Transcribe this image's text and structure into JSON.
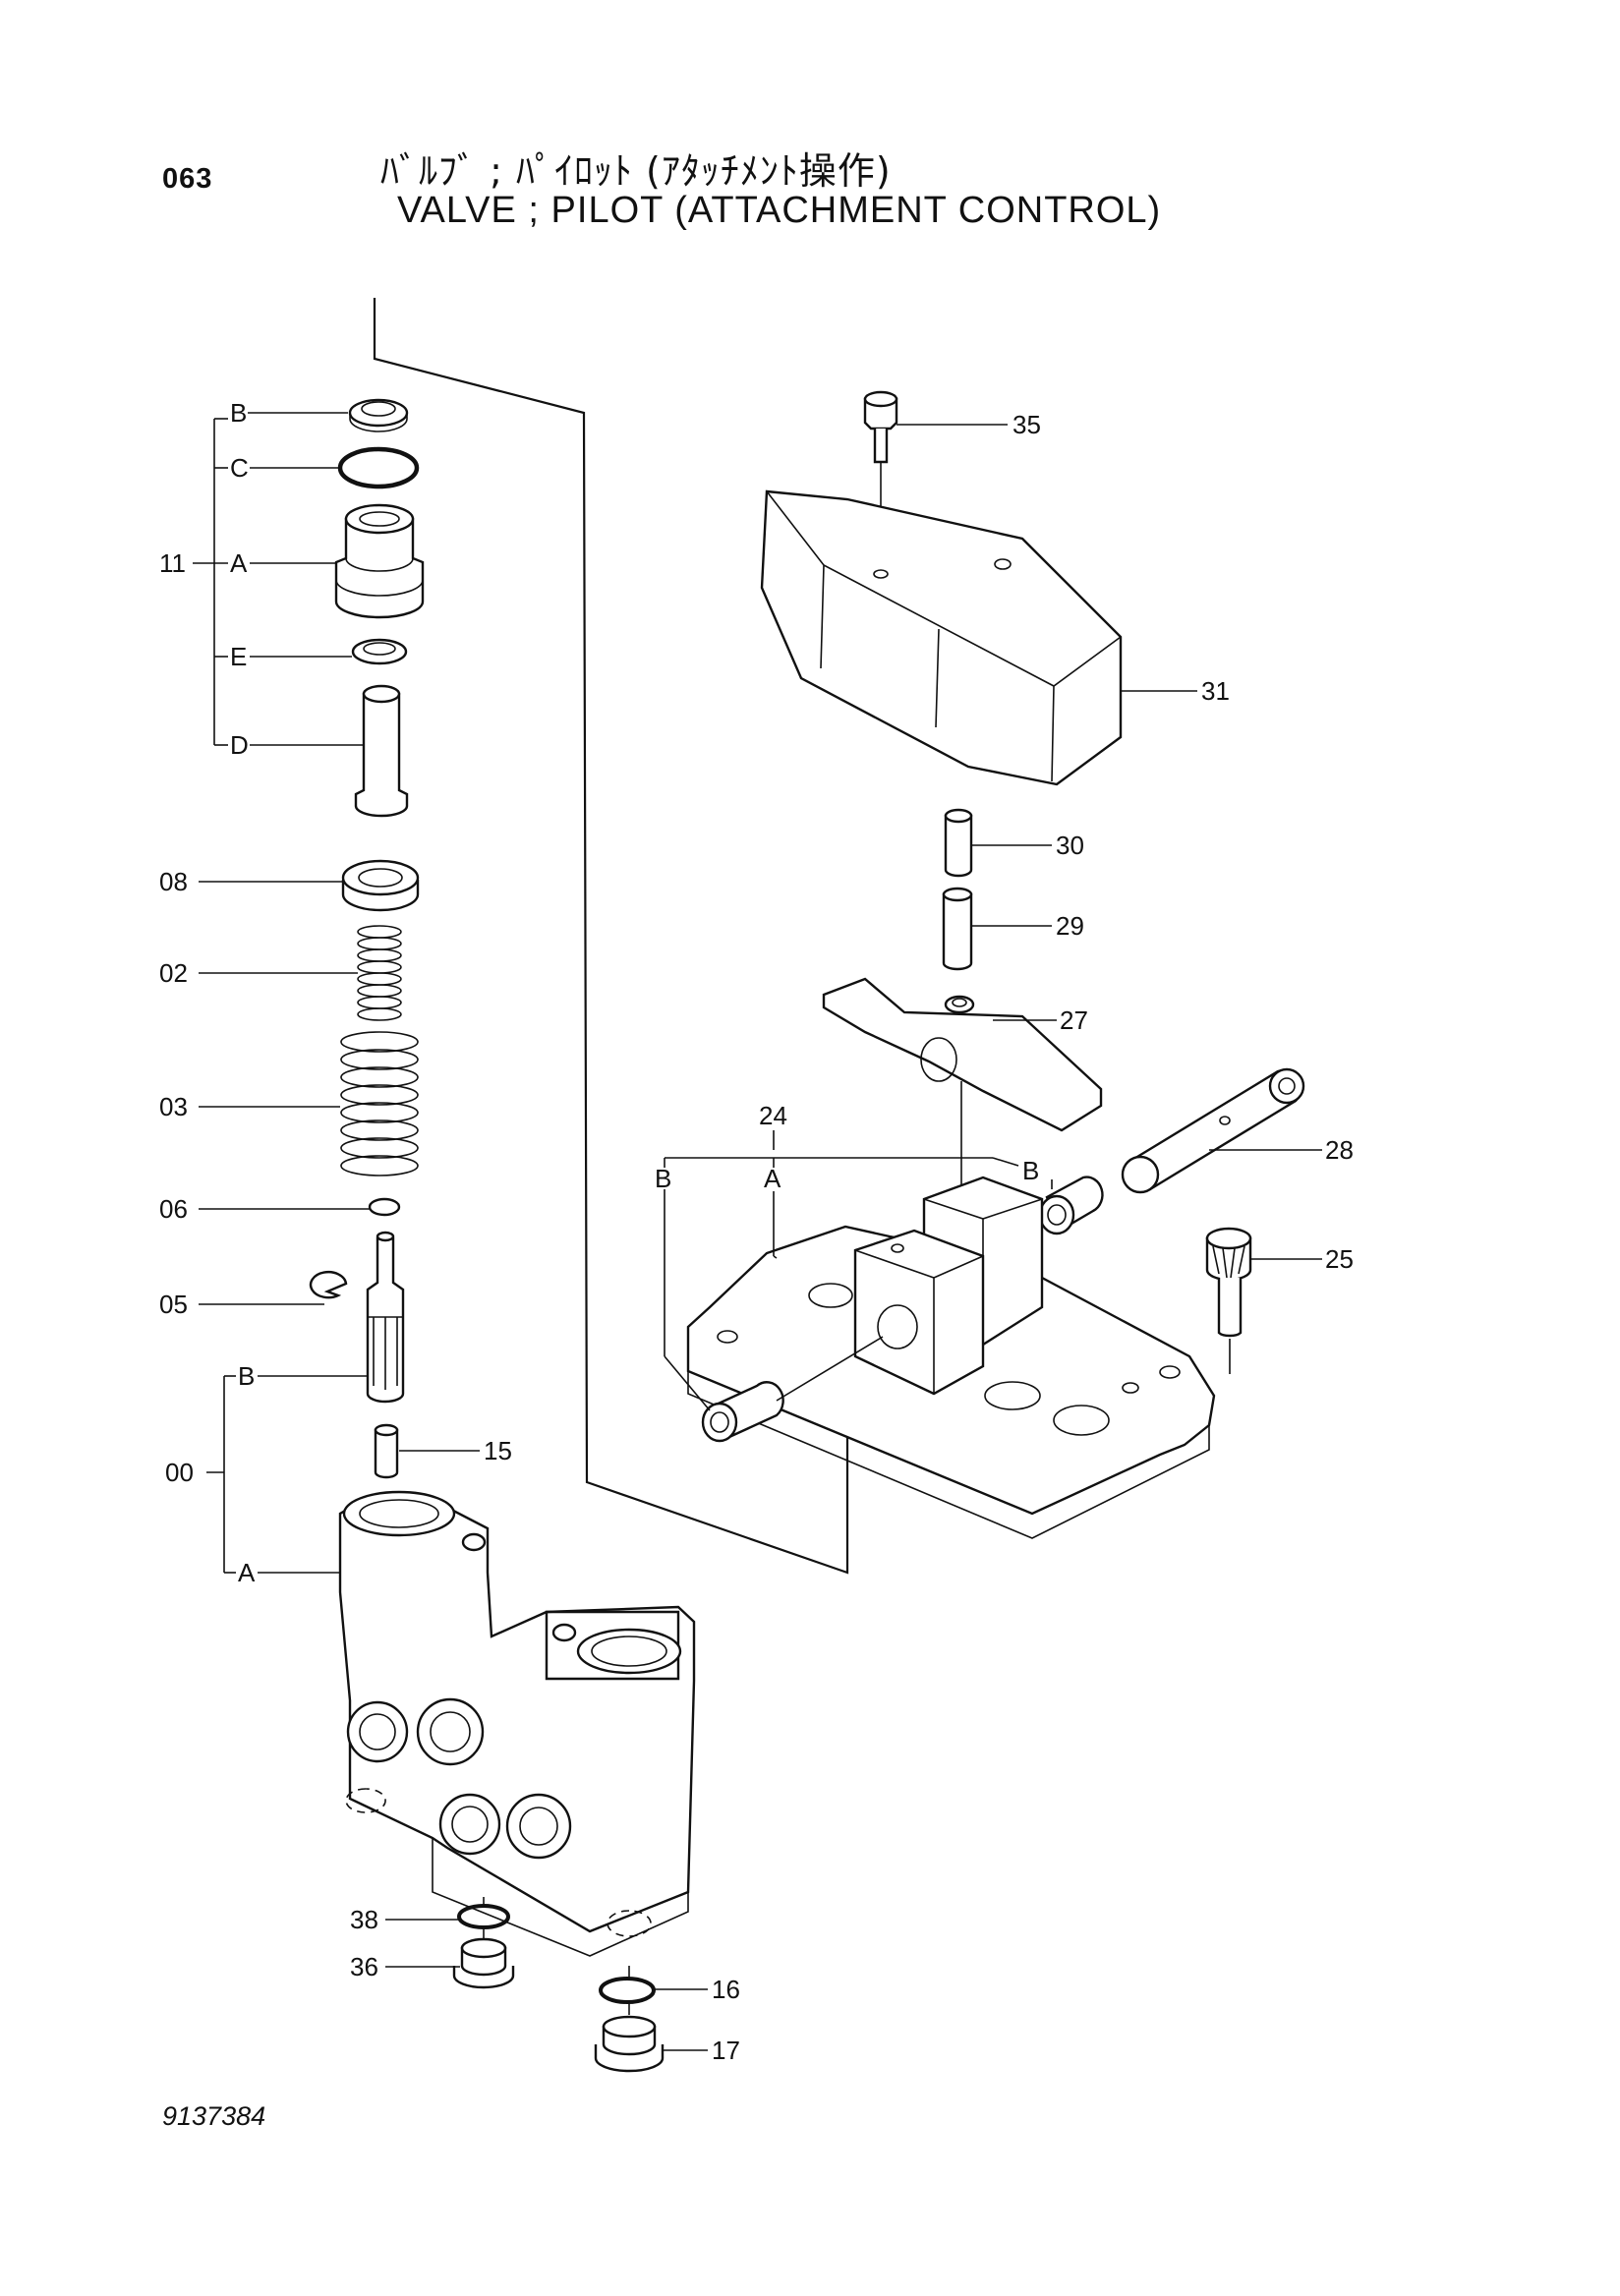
{
  "header": {
    "page_number": "063",
    "title_jp": "ﾊﾞﾙﾌﾞ ; ﾊﾟｲﾛｯﾄ (ｱﾀｯﾁﾒﾝﾄ操作)",
    "title_en": "VALVE ; PILOT (ATTACHMENT CONTROL)"
  },
  "callouts": {
    "c11": "11",
    "c11A": "A",
    "c11B": "B",
    "c11C": "C",
    "c11D": "D",
    "c11E": "E",
    "c08": "08",
    "c02": "02",
    "c03": "03",
    "c06": "06",
    "c05": "05",
    "c00": "00",
    "c00A": "A",
    "c00B": "B",
    "c15": "15",
    "c38": "38",
    "c36": "36",
    "c16": "16",
    "c17": "17",
    "c35": "35",
    "c31": "31",
    "c30": "30",
    "c29": "29",
    "c27": "27",
    "c28": "28",
    "c24": "24",
    "c24A": "A",
    "c24B1": "B",
    "c24B2": "B",
    "c25": "25"
  },
  "footer": {
    "doc_number": "9137384"
  }
}
